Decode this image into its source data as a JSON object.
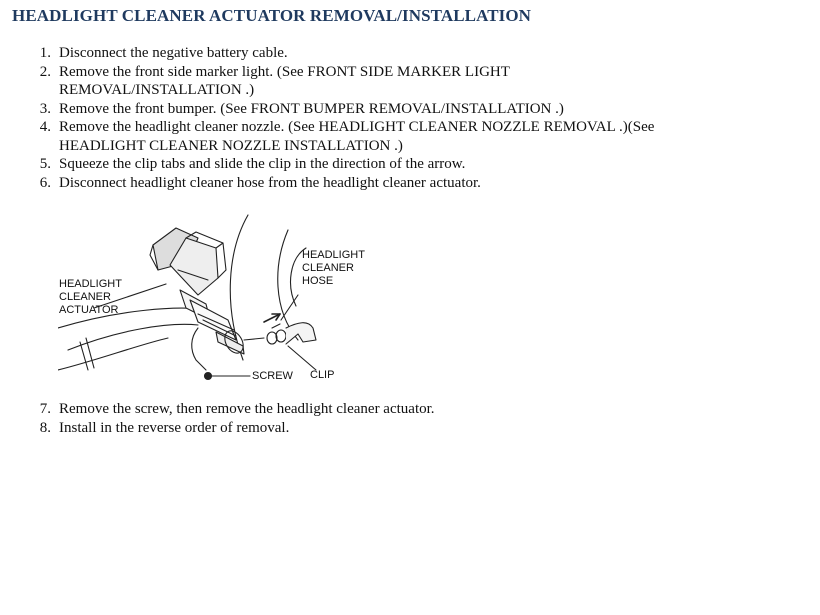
{
  "document": {
    "title": "HEADLIGHT CLEANER ACTUATOR REMOVAL/INSTALLATION",
    "steps_before": [
      {
        "num": "1.",
        "text": "Disconnect the negative battery cable."
      },
      {
        "num": "2.",
        "text": "Remove the front side marker light. (See FRONT SIDE MARKER LIGHT REMOVAL/INSTALLATION .)"
      },
      {
        "num": "3.",
        "text": "Remove the front bumper. (See FRONT BUMPER REMOVAL/INSTALLATION .)"
      },
      {
        "num": "4.",
        "text": "Remove the headlight cleaner nozzle. (See HEADLIGHT CLEANER NOZZLE REMOVAL .)(See HEADLIGHT CLEANER NOZZLE INSTALLATION .)"
      },
      {
        "num": "5.",
        "text": "Squeeze the clip tabs and slide the clip in the direction of the arrow."
      },
      {
        "num": "6.",
        "text": "Disconnect headlight cleaner hose from the headlight cleaner actuator."
      }
    ],
    "steps_after": [
      {
        "num": "7.",
        "text": "Remove the screw, then remove the headlight cleaner actuator."
      },
      {
        "num": "8.",
        "text": "Install in the reverse order of removal."
      }
    ]
  },
  "figure": {
    "label_actuator": [
      "HEADLIGHT",
      "CLEANER",
      "ACTUATOR"
    ],
    "label_hose": [
      "HEADLIGHT",
      "CLEANER",
      "HOSE"
    ],
    "label_screw": "SCREW",
    "label_clip": "CLIP"
  }
}
